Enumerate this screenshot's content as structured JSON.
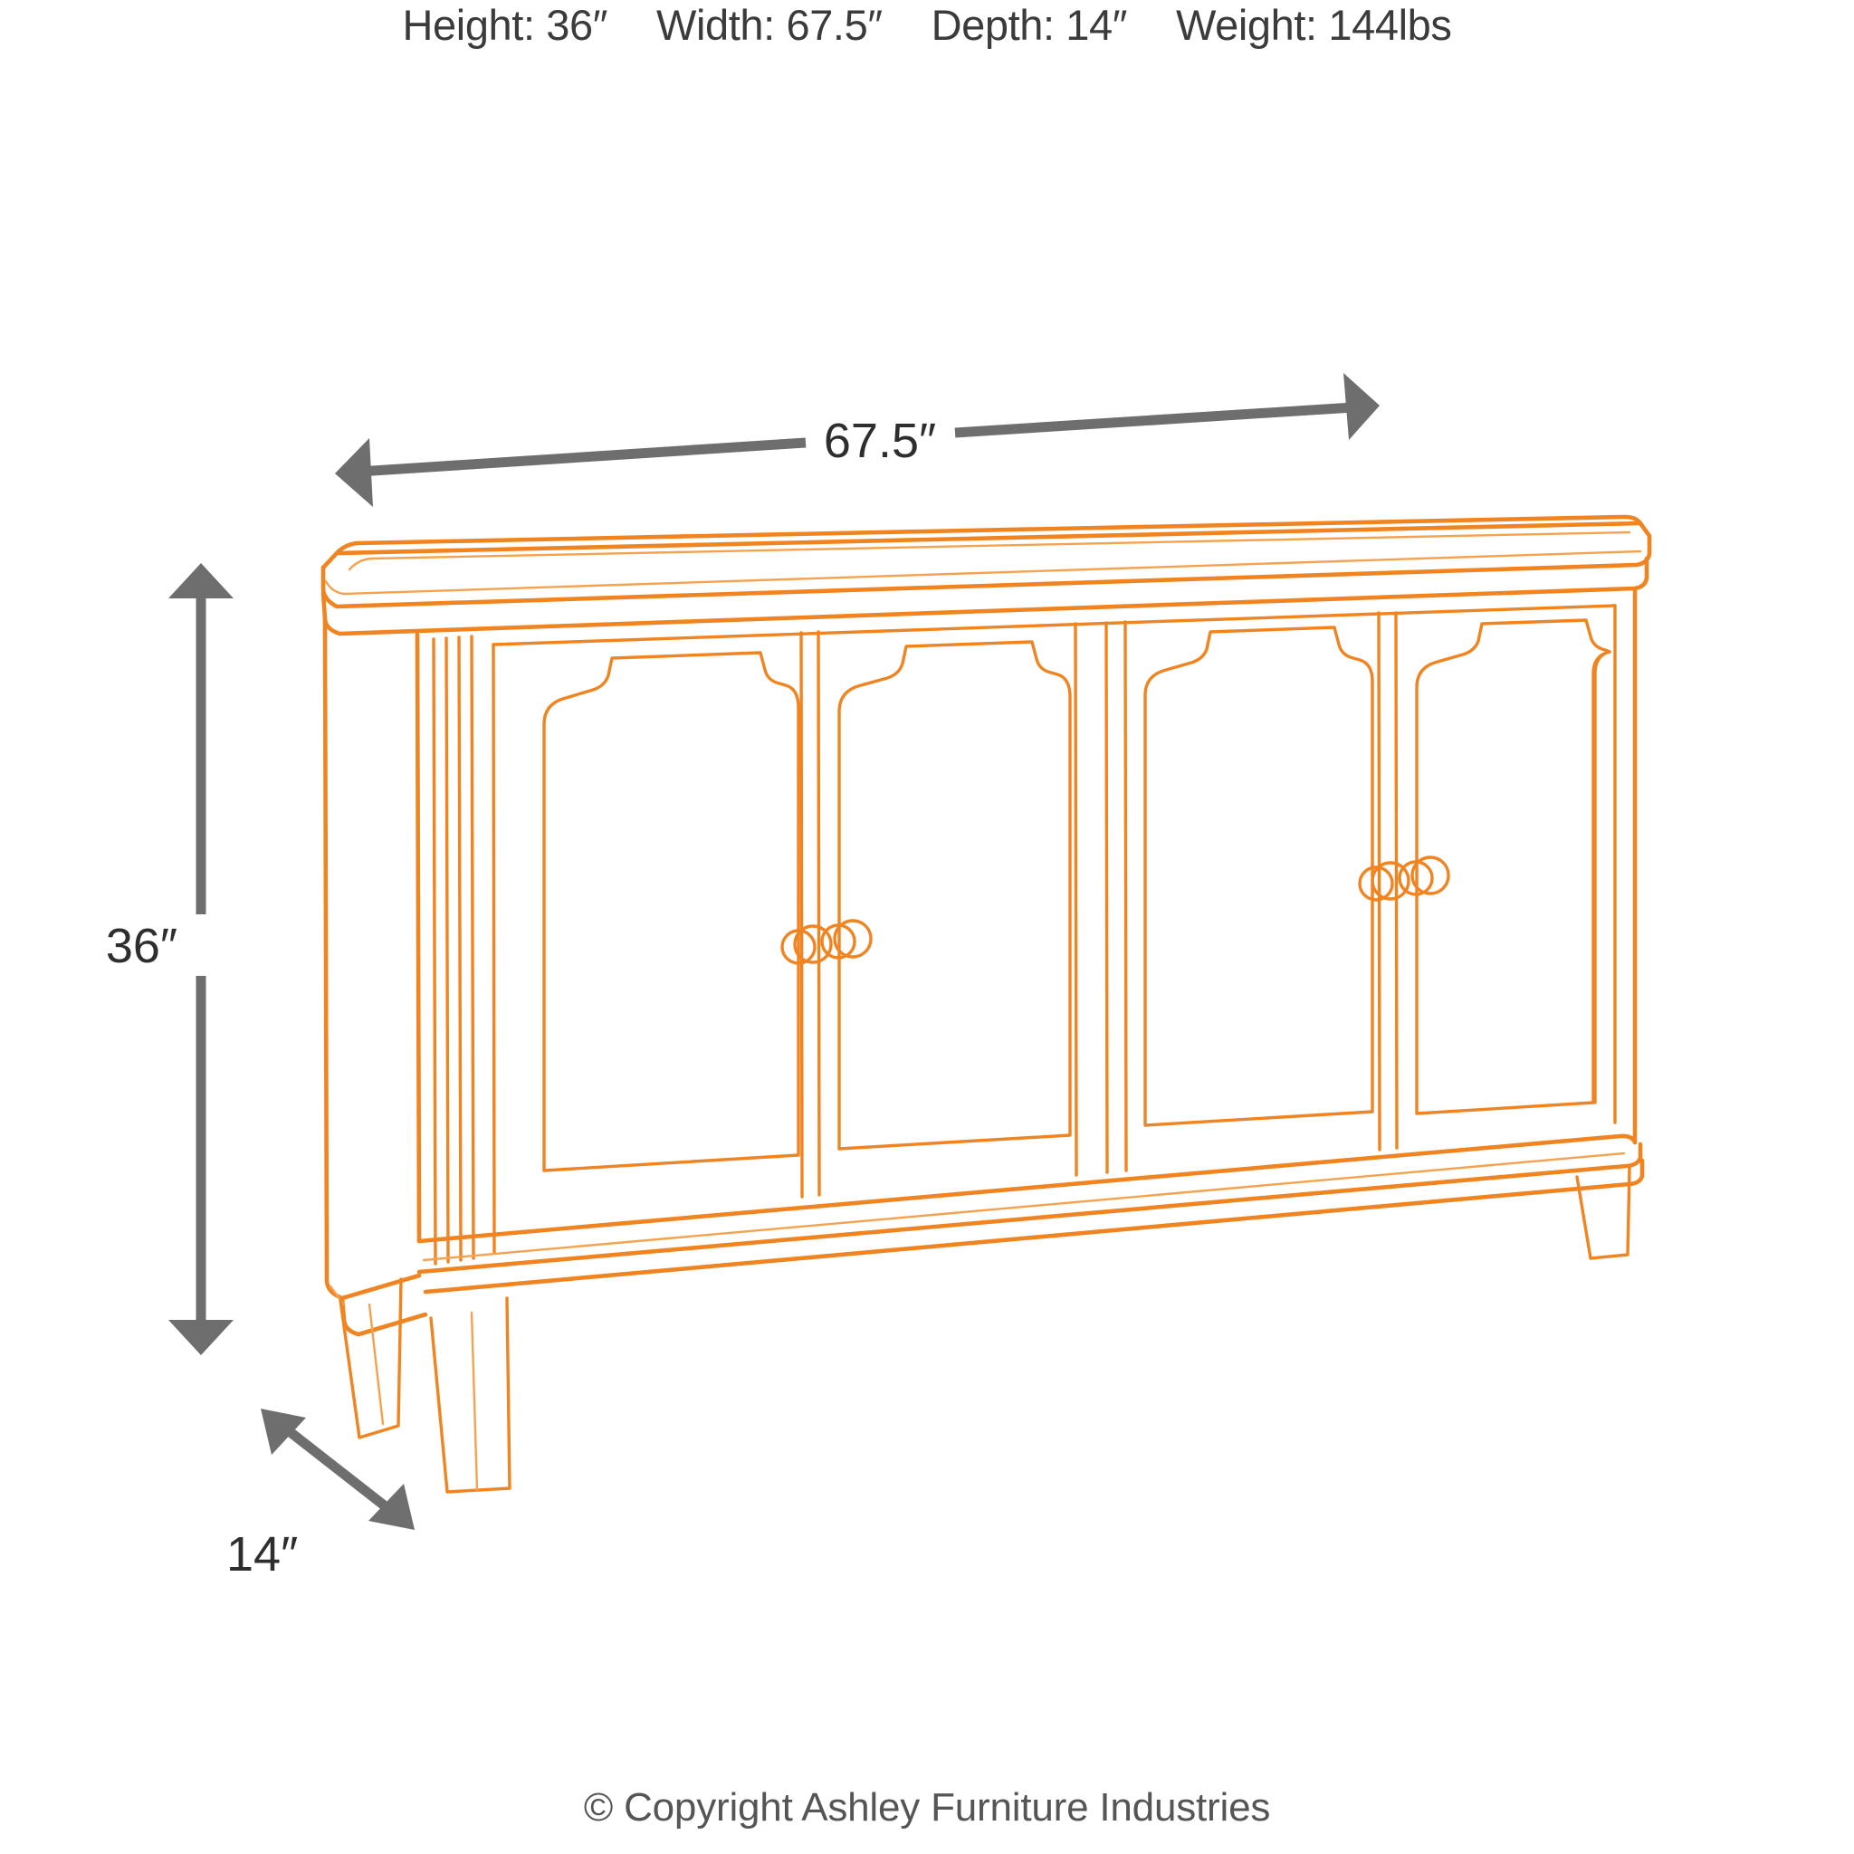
{
  "page": {
    "background_color": "#ffffff",
    "title": "Accent cabinet dimension diagram"
  },
  "header": {
    "specs": [
      {
        "name": "height",
        "text": "Height: 36″"
      },
      {
        "name": "width",
        "text": "Width: 67.5″"
      },
      {
        "name": "depth",
        "text": "Depth: 14″"
      },
      {
        "name": "weight",
        "text": "Weight: 144lbs"
      }
    ]
  },
  "footer": {
    "copyright": "© Copyright Ashley Furniture Industries"
  },
  "colors": {
    "product_line": "#F08421",
    "product_line_light": "#F5A24E",
    "dimension_arrow": "#6E6E6E",
    "text": "#3b3b3b",
    "footer_text": "#555555",
    "background": "#ffffff"
  },
  "dimensions": {
    "width_label": "67.5″",
    "height_label": "36″",
    "depth_label": "14″"
  },
  "product": {
    "type": "accent-cabinet",
    "door_count": 4,
    "knob_pair_count": 2,
    "leg_count": 4,
    "features": [
      "fluted pilaster",
      "shaped inset door panels",
      "stepped top molding",
      "tapered legs",
      "base molding"
    ]
  }
}
